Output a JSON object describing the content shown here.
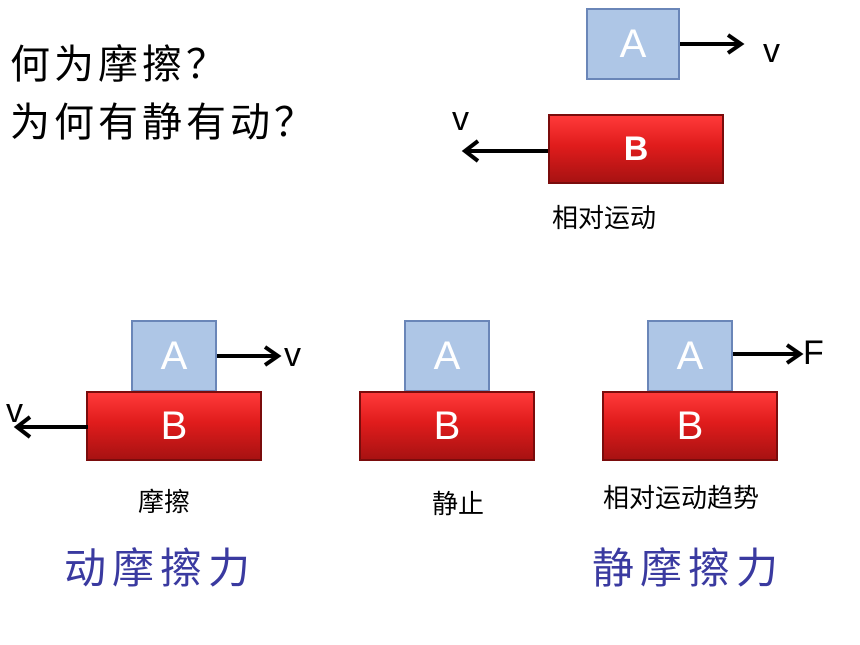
{
  "questions": {
    "line1": "何为摩擦？",
    "line2": "为何有静有动？"
  },
  "top_diagram": {
    "block_a": "A",
    "block_b": "B",
    "velocity_a": "v",
    "velocity_b": "v",
    "caption": "相对运动"
  },
  "kinetic_diagram": {
    "block_a": "A",
    "block_b": "B",
    "velocity_a": "v",
    "velocity_b": "v",
    "caption": "摩擦"
  },
  "static_rest_diagram": {
    "block_a": "A",
    "block_b": "B",
    "caption": "静止"
  },
  "static_trend_diagram": {
    "block_a": "A",
    "block_b": "B",
    "force": "F",
    "caption": "相对运动趋势"
  },
  "labels": {
    "kinetic_friction": "动摩擦力",
    "static_friction": "静摩擦力"
  },
  "colors": {
    "block_a_fill": "#aec6e6",
    "block_b_fill": "#e01c1c",
    "label_blue": "#3a3aa0"
  }
}
